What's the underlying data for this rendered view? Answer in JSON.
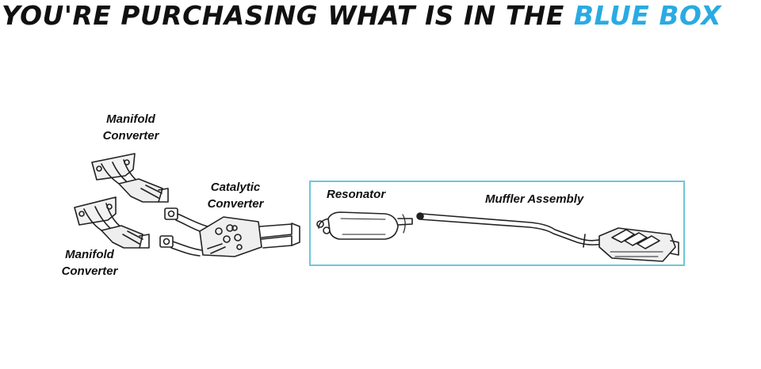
{
  "headline": {
    "prefix": "YOU'RE PURCHASING WHAT IS IN THE",
    "highlight": "BLUE BOX"
  },
  "labels": {
    "manifold_top": [
      "Manifold",
      "Converter"
    ],
    "manifold_bottom": [
      "Manifold",
      "Converter"
    ],
    "catalytic": [
      "Catalytic",
      "Converter"
    ],
    "resonator": "Resonator",
    "muffler": "Muffler Assembly"
  },
  "colors": {
    "highlight": "#29abe2",
    "box_border": "#6ec6dc",
    "line_art": "#222222"
  }
}
